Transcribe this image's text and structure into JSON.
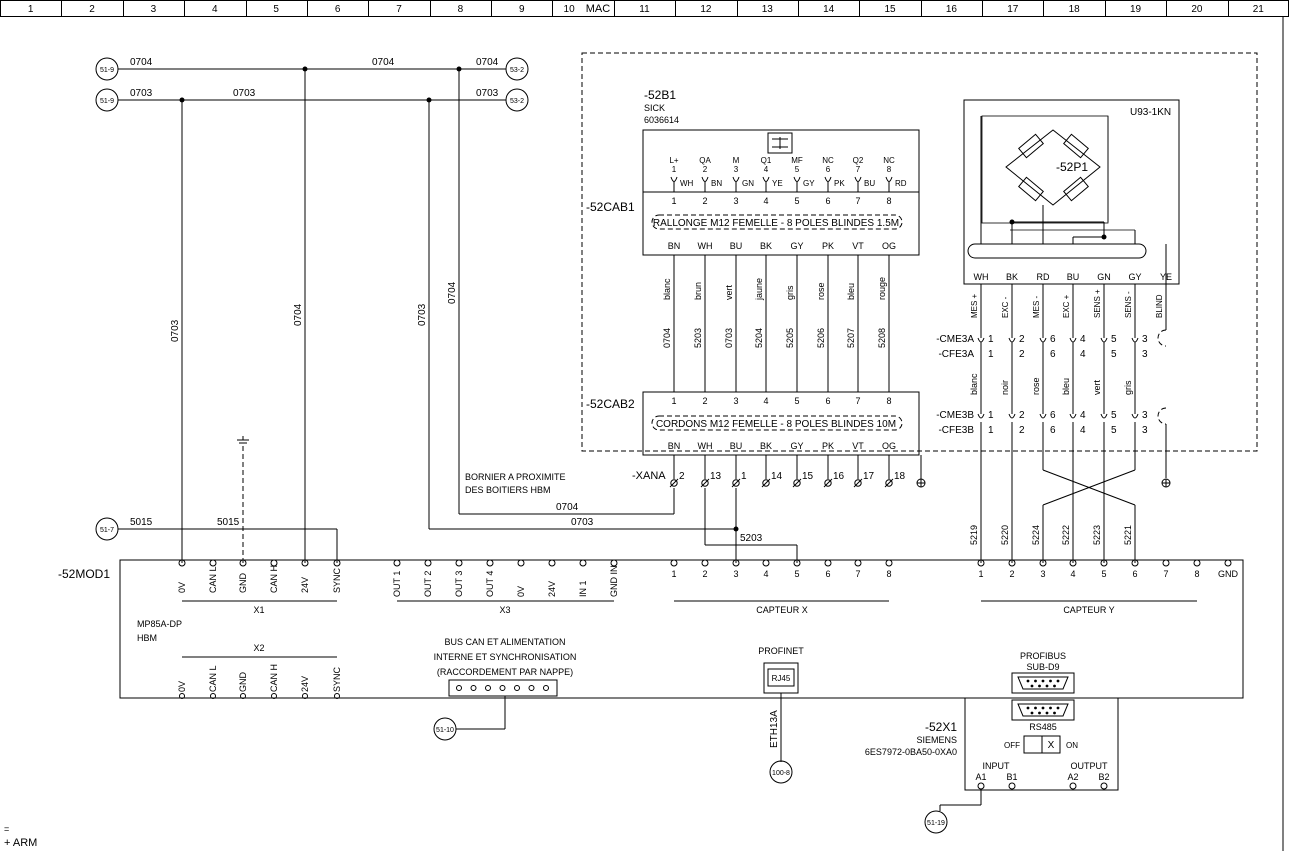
{
  "sheet": {
    "columns": [
      "1",
      "2",
      "3",
      "4",
      "5",
      "6",
      "7",
      "8",
      "9",
      "10",
      "11",
      "12",
      "13",
      "14",
      "15",
      "16",
      "17",
      "18",
      "19",
      "20",
      "21"
    ],
    "area_label": "MAC",
    "footer": [
      "=",
      "+ ARM"
    ]
  },
  "refs": {
    "top_left_a": "51-9",
    "top_left_b": "51-9",
    "top_right_a": "53-2",
    "top_right_b": "53-2",
    "sync_ref": "51-7",
    "bus_ref": "51-10",
    "eth_ref": "100-8",
    "rs485_ref": "51-19"
  },
  "wires": {
    "w0704": "0704",
    "w0703": "0703",
    "w5015": "5015",
    "w5203": "5203"
  },
  "sensor": {
    "tag": "-52B1",
    "maker": "SICK",
    "part": "6036614",
    "pin_names": [
      "L+",
      "QA",
      "M",
      "Q1",
      "MF",
      "NC",
      "Q2",
      "NC"
    ],
    "pin_nums": [
      "1",
      "2",
      "3",
      "4",
      "5",
      "6",
      "7",
      "8"
    ],
    "pin_colors": [
      "WH",
      "BN",
      "GN",
      "YE",
      "GY",
      "PK",
      "BU",
      "RD"
    ]
  },
  "cab1": {
    "tag": "-52CAB1",
    "desc": "RALLONGE M12 FEMELLE - 8 POLES BLINDES 1.5M",
    "nums": [
      "1",
      "2",
      "3",
      "4",
      "5",
      "6",
      "7",
      "8"
    ],
    "colors": [
      "BN",
      "WH",
      "BU",
      "BK",
      "GY",
      "PK",
      "VT",
      "OG"
    ]
  },
  "xwires": {
    "names": [
      "blanc",
      "brun",
      "vert",
      "jaune",
      "gris",
      "rose",
      "bleu",
      "rouge"
    ],
    "codes": [
      "0704",
      "5203",
      "0703",
      "5204",
      "5205",
      "5206",
      "5207",
      "5208"
    ]
  },
  "cab2": {
    "tag": "-52CAB2",
    "desc": "CORDONS M12 FEMELLE - 8 POLES BLINDES 10M",
    "nums": [
      "1",
      "2",
      "3",
      "4",
      "5",
      "6",
      "7",
      "8"
    ],
    "colors": [
      "BN",
      "WH",
      "BU",
      "BK",
      "GY",
      "PK",
      "VT",
      "OG"
    ]
  },
  "xana": {
    "tag": "-XANA",
    "terms": [
      "2",
      "13",
      "1",
      "14",
      "15",
      "16",
      "17",
      "18"
    ],
    "note1": "BORNIER A PROXIMITE",
    "note2": "DES BOITIERS HBM"
  },
  "loadcell": {
    "model": "U93-1KN",
    "tag": "-52P1",
    "colors": [
      "WH",
      "BK",
      "RD",
      "BU",
      "GN",
      "GY",
      "YE"
    ],
    "signals": [
      "MES +",
      "EXC -",
      "MES -",
      "EXC +",
      "SENS +",
      "SENS -",
      "BLIND"
    ],
    "cme3a": "-CME3A",
    "cfe3a": "-CFE3A",
    "cme3b": "-CME3B",
    "cfe3b": "-CFE3B",
    "conn_nums": [
      "1",
      "2",
      "6",
      "4",
      "5",
      "3"
    ],
    "wire_names": [
      "blanc",
      "noir",
      "rose",
      "bleu",
      "vert",
      "gris"
    ],
    "codes": [
      "5219",
      "5220",
      "5224",
      "5222",
      "5223",
      "5221"
    ]
  },
  "module": {
    "tag": "-52MOD1",
    "model": "MP85A-DP",
    "maker": "HBM",
    "x1_label": "X1",
    "x1_pins": [
      "0V",
      "CAN L",
      "GND",
      "CAN H",
      "24V",
      "SYNC"
    ],
    "x2_label": "X2",
    "x2_pins": [
      "0V",
      "CAN L",
      "GND",
      "CAN H",
      "24V",
      "SYNC"
    ],
    "x3_label": "X3",
    "x3_pins": [
      "OUT 1",
      "OUT 2",
      "OUT 3",
      "OUT 4",
      "0V",
      "24V",
      "IN 1",
      "GND IN"
    ],
    "capx_label": "CAPTEUR X",
    "capx_pins": [
      "1",
      "2",
      "3",
      "4",
      "5",
      "6",
      "7",
      "8"
    ],
    "capy_label": "CAPTEUR Y",
    "capy_pins": [
      "1",
      "2",
      "3",
      "4",
      "5",
      "6",
      "7",
      "8",
      "GND"
    ],
    "bus_lines": [
      "BUS CAN ET ALIMENTATION",
      "INTERNE ET SYNCHRONISATION",
      "(RACCORDEMENT PAR NAPPE)"
    ],
    "profinet": "PROFINET",
    "rj45": "RJ45",
    "eth": "ETH13A",
    "profibus": "PROFIBUS",
    "subd": "SUB-D9",
    "rs485": "RS485"
  },
  "x1conn": {
    "tag": "-52X1",
    "maker": "SIEMENS",
    "part": "6ES7972-0BA50-0XA0",
    "off": "OFF",
    "x": "X",
    "on": "ON",
    "input": "INPUT",
    "output": "OUTPUT",
    "pins": [
      "A1",
      "B1",
      "A2",
      "B2"
    ]
  }
}
